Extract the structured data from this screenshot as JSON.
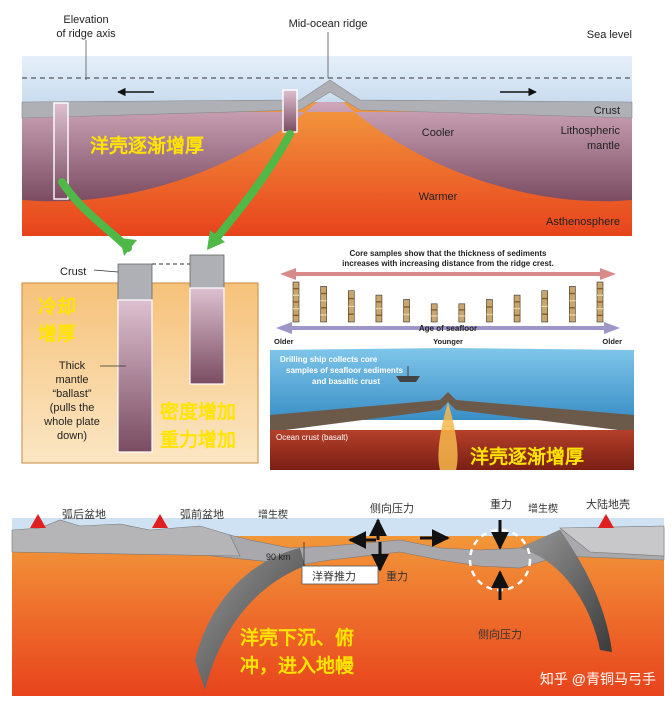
{
  "panel1": {
    "elevation_label_1": "Elevation",
    "elevation_label_2": "of ridge axis",
    "ridge_label": "Mid-ocean ridge",
    "sea_level": "Sea level",
    "crust": "Crust",
    "cooler": "Cooler",
    "litho_1": "Lithospheric",
    "litho_2": "mantle",
    "warmer": "Warmer",
    "astheno": "Asthenosphere",
    "cn_thicken": "洋壳逐渐增厚"
  },
  "panel2": {
    "crust": "Crust",
    "cn_cool_1": "冷却",
    "cn_cool_2": "增厚",
    "ballast_1": "Thick",
    "ballast_2": "mantle",
    "ballast_3": "“ballast”",
    "ballast_4": "(pulls the",
    "ballast_5": "whole plate",
    "ballast_6": "down)",
    "cn_density_1": "密度增加",
    "cn_density_2": "重力增加"
  },
  "panel3": {
    "core_1": "Core samples show that the thickness of sediments",
    "core_2": "increases with increasing distance from the ridge crest.",
    "age": "Age of seafloor",
    "older_left": "Older",
    "younger": "Younger",
    "older_right": "Older",
    "ship_1": "Drilling ship collects core",
    "ship_2": "samples of seafloor sediments",
    "ship_3": "and basaltic crust",
    "ocean_crust": "Ocean crust (basalt)",
    "cn_thicken": "洋壳逐渐增厚"
  },
  "panel4": {
    "backarc": "弧后盆地",
    "forearc": "弧前盆地",
    "accretion_1": "增生楔",
    "lateral_1": "侧向压力",
    "gravity_top": "重力",
    "accretion_2": "增生楔",
    "continent": "大陆地壳",
    "depth": "90 km",
    "ridge_push": "洋脊推力",
    "gravity_mid": "重力",
    "lateral_2": "侧向压力",
    "cn_subduct_1": "洋壳下沉、俯",
    "cn_subduct_2": "冲，进入地幔",
    "watermark": "知乎 @青铜马弓手"
  },
  "colors": {
    "mantle_hot": "#e8431c",
    "mantle_warm": "#f2a23a",
    "sea": "#cfe2f3",
    "crust": "#a9a9ad",
    "litho": "#8a5a6e",
    "arrow_green": "#4fb847",
    "panel_orange": "#f7c98a",
    "pink_arrow": "#d98b8b",
    "purple_arrow": "#9c97c8",
    "yellow_text": "#ffe400",
    "triangle_red": "#e02020"
  },
  "core_columns": 12
}
